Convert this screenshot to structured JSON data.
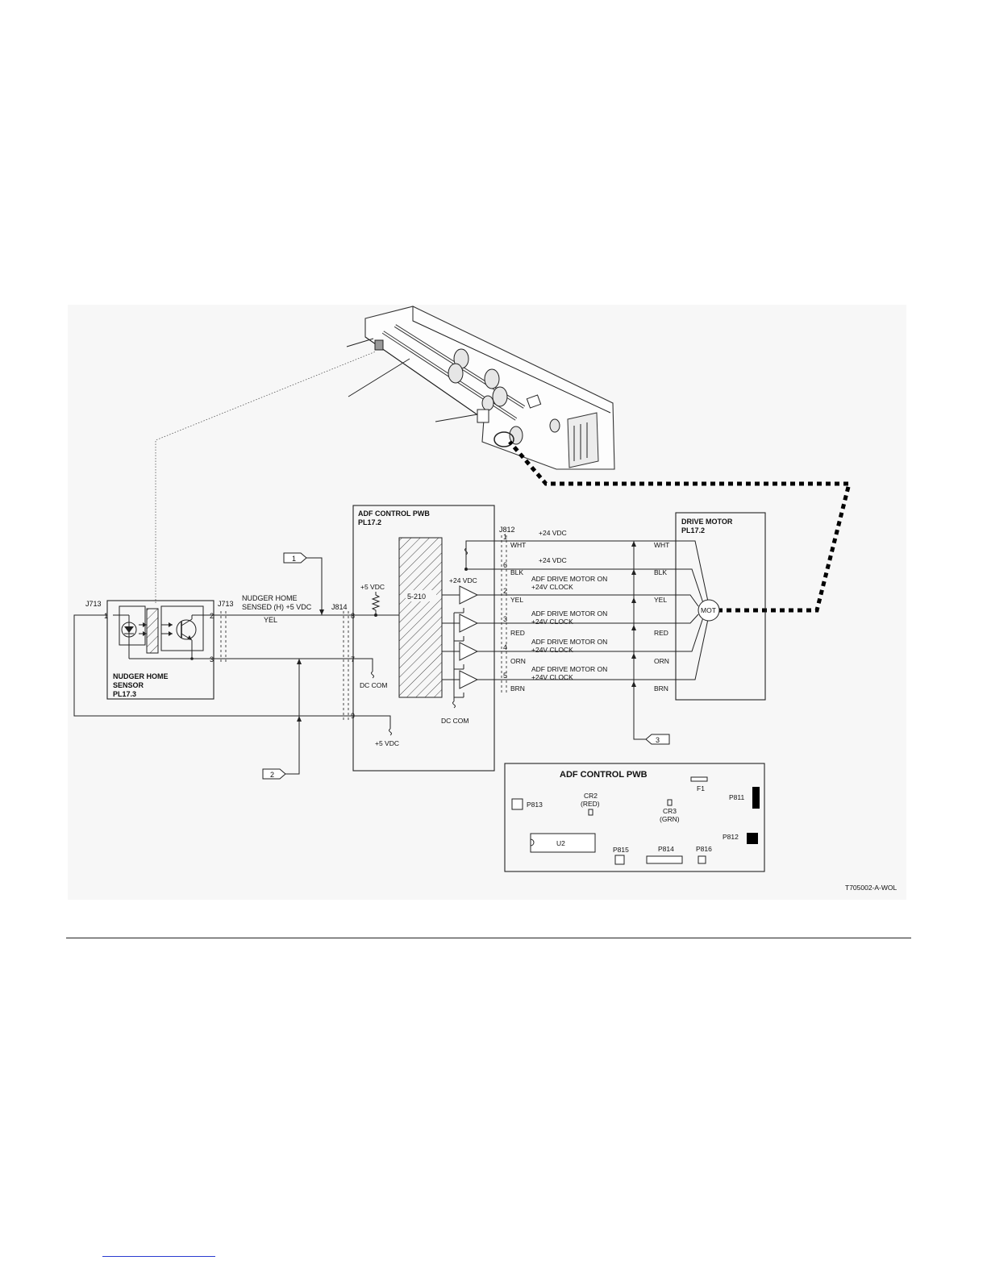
{
  "figure_id": "T705002-A-WOL",
  "sensor": {
    "title_line1": "NUDGER HOME",
    "title_line2": "SENSOR",
    "plref": "PL17.3",
    "conn_left": "J713",
    "conn_right": "J713",
    "pin1": "1",
    "pin2": "2",
    "pin3": "3"
  },
  "signal": {
    "name_line1": "NUDGER HOME",
    "name_line2": "SENSED (H) +5 VDC",
    "wire": "YEL"
  },
  "pwb": {
    "title": "ADF CONTROL PWB",
    "plref": "PL17.2",
    "conn_in": "J814",
    "conn_out": "J812",
    "chip": "5-210",
    "vdc5_pullup": "+5 VDC",
    "vdc24": "+24 VDC",
    "dc_com": "DC COM",
    "dc_com_in": "DC COM",
    "vdc5_in": "+5 VDC",
    "pin8": "8",
    "pin7": "7",
    "pin9": "9"
  },
  "outputs": [
    {
      "pin": "1",
      "wire": "WHT",
      "sig1": "+24 VDC",
      "sig2": ""
    },
    {
      "pin": "6",
      "wire": "BLK",
      "sig1": "+24 VDC",
      "sig2": ""
    },
    {
      "pin": "2",
      "wire": "YEL",
      "sig1": "ADF DRIVE MOTOR ON",
      "sig2": "+24V CLOCK"
    },
    {
      "pin": "3",
      "wire": "RED",
      "sig1": "ADF DRIVE MOTOR ON",
      "sig2": "+24V CLOCK"
    },
    {
      "pin": "4",
      "wire": "ORN",
      "sig1": "ADF DRIVE MOTOR ON",
      "sig2": "+24V CLOCK"
    },
    {
      "pin": "5",
      "wire": "BRN",
      "sig1": "ADF DRIVE MOTOR ON",
      "sig2": "+24V CLOCK"
    }
  ],
  "motor": {
    "title": "DRIVE MOTOR",
    "plref": "PL17.2",
    "symbol": "MOT",
    "wires": [
      "WHT",
      "BLK",
      "YEL",
      "RED",
      "ORN",
      "BRN"
    ]
  },
  "callouts": [
    "1",
    "2",
    "3"
  ],
  "board": {
    "title": "ADF CONTROL PWB",
    "f1": "F1",
    "p811": "P811",
    "p812": "P812",
    "p813": "P813",
    "cr2_line1": "CR2",
    "cr2_line2": "(RED)",
    "cr3_line1": "CR3",
    "cr3_line2": "(GRN)",
    "u2": "U2",
    "p814": "P814",
    "p815": "P815",
    "p816": "P816"
  }
}
